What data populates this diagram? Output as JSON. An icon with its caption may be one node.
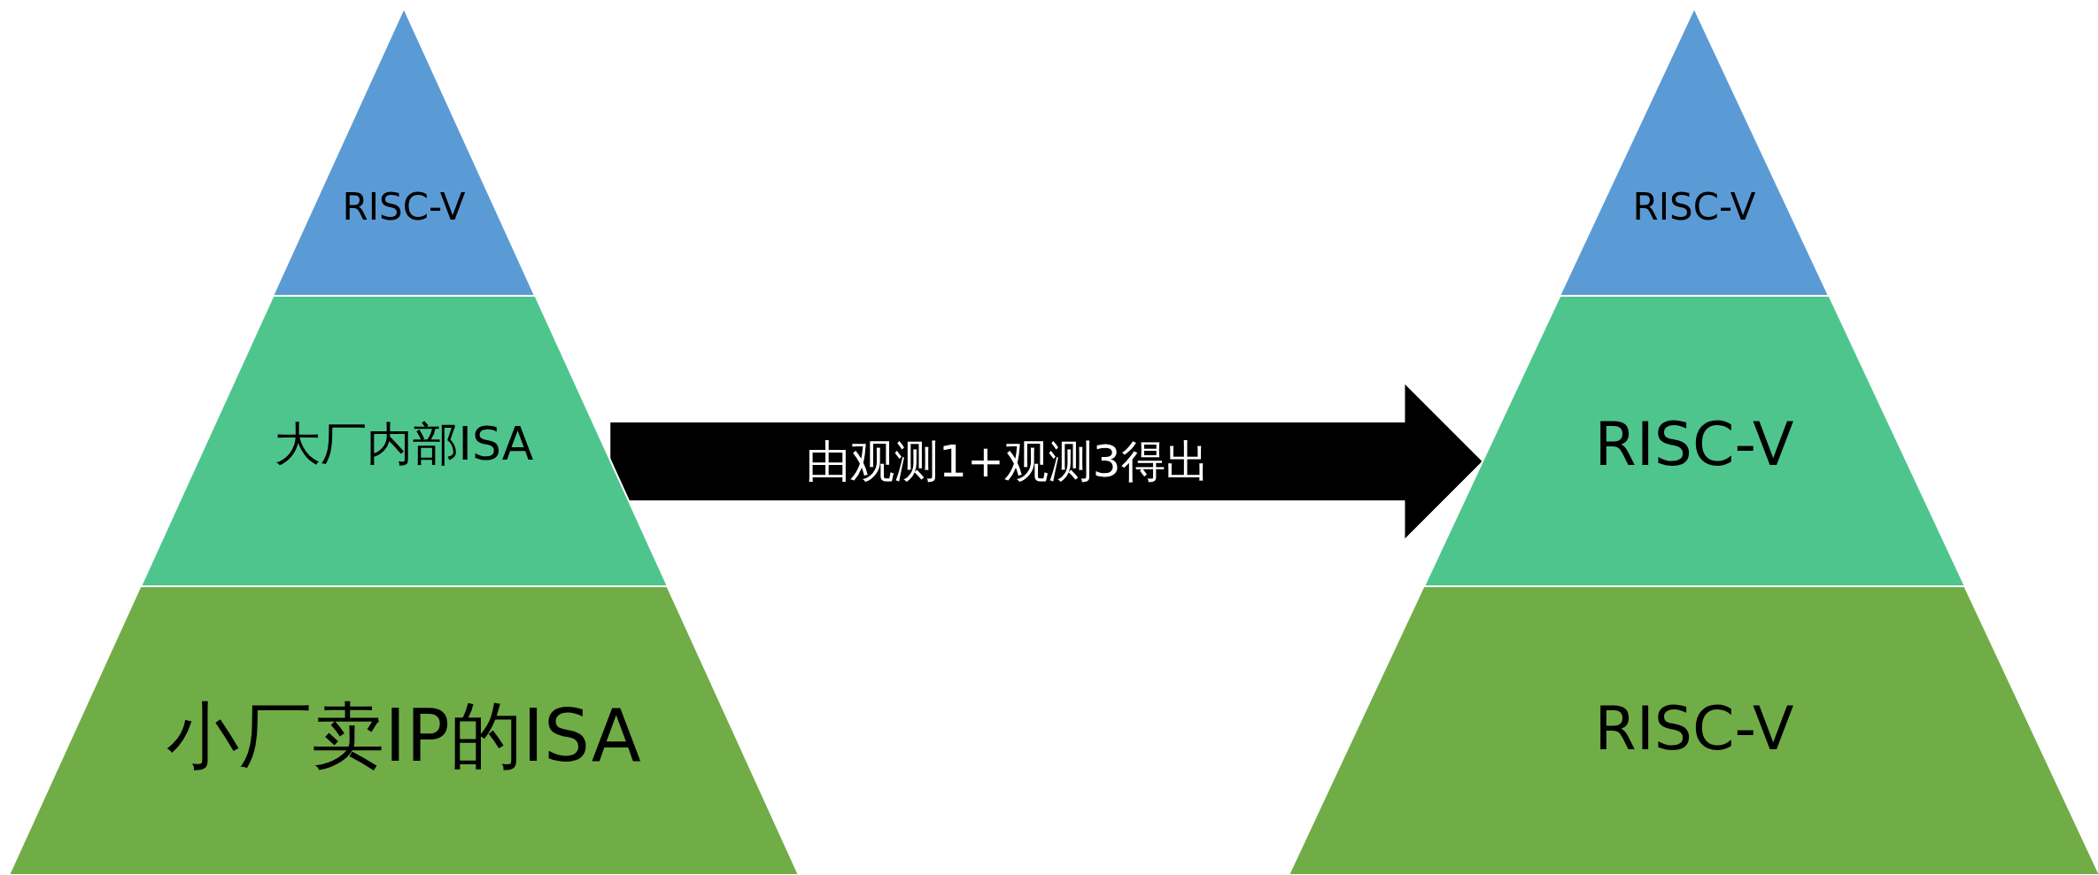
{
  "diagram": {
    "nodes": [
      {
        "text": [
          "RISC-V"
        ]
      },
      {
        "text": [
          "大厂内部ISA"
        ]
      },
      {
        "text": [
          "小厂卖IP的ISA"
        ]
      },
      {
        "text": [
          "RISC-V"
        ]
      },
      {
        "text": [
          "RISC-V"
        ]
      },
      {
        "text": [
          "RISC-V"
        ]
      }
    ],
    "edges": [
      {
        "from": 1,
        "to": 4,
        "arrow": "to",
        "label": "由观测1+观测3得出",
        "style": "thick"
      }
    ]
  }
}
